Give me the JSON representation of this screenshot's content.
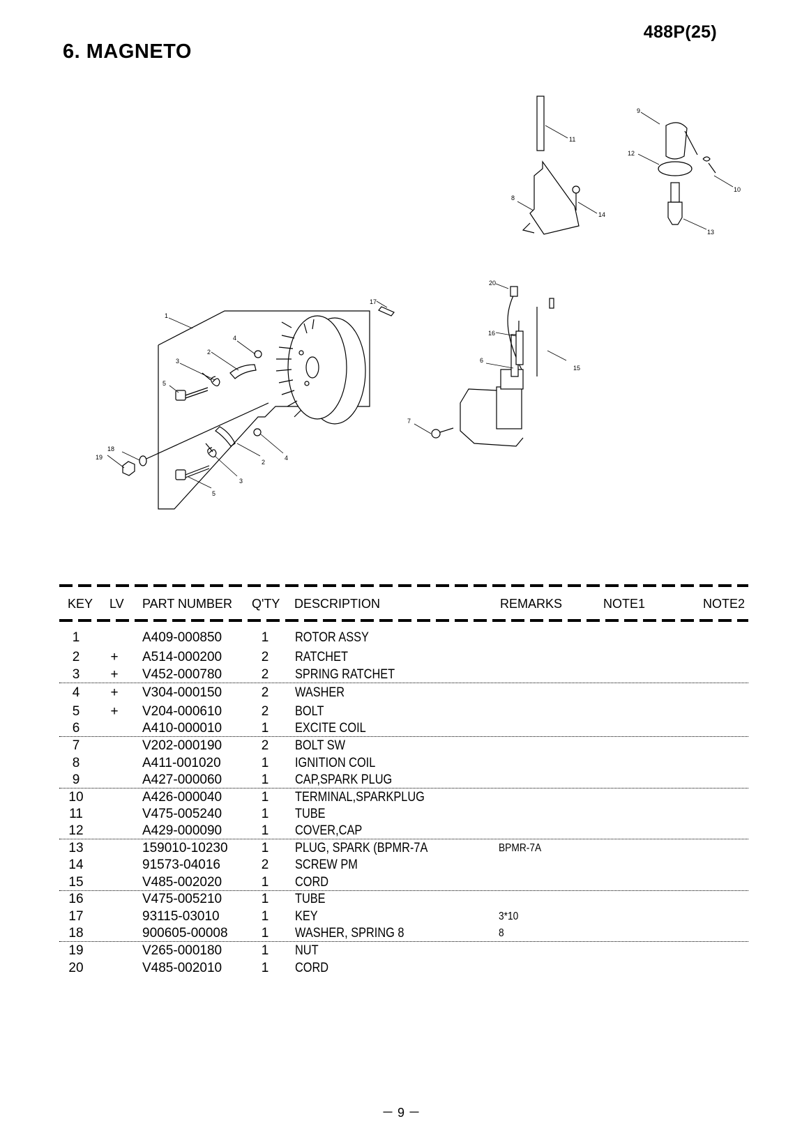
{
  "header": {
    "model": "488P(25)",
    "section_title": "6. MAGNETO"
  },
  "diagram": {
    "callouts": [
      "1",
      "2",
      "3",
      "4",
      "5",
      "2",
      "3",
      "4",
      "5",
      "6",
      "7",
      "8",
      "9",
      "10",
      "11",
      "12",
      "13",
      "14",
      "15",
      "16",
      "17",
      "18",
      "19",
      "20"
    ]
  },
  "table": {
    "columns": [
      "KEY",
      "LV",
      "PART NUMBER",
      "Q'TY",
      "DESCRIPTION",
      "REMARKS",
      "NOTE1",
      "NOTE2"
    ],
    "rows": [
      {
        "key": "1",
        "lv": "",
        "part": "A409-000850",
        "qty": "1",
        "desc": "ROTOR ASSY",
        "remarks": ""
      },
      {
        "key": "2",
        "lv": "+",
        "part": "A514-000200",
        "qty": "2",
        "desc": "RATCHET",
        "remarks": ""
      },
      {
        "key": "3",
        "lv": "+",
        "part": "V452-000780",
        "qty": "2",
        "desc": "SPRING RATCHET",
        "remarks": ""
      },
      {
        "key": "4",
        "lv": "+",
        "part": "V304-000150",
        "qty": "2",
        "desc": "WASHER",
        "remarks": ""
      },
      {
        "key": "5",
        "lv": "+",
        "part": "V204-000610",
        "qty": "2",
        "desc": "BOLT",
        "remarks": ""
      },
      {
        "key": "6",
        "lv": "",
        "part": "A410-000010",
        "qty": "1",
        "desc": "EXCITE COIL",
        "remarks": ""
      },
      {
        "key": "7",
        "lv": "",
        "part": "V202-000190",
        "qty": "2",
        "desc": "BOLT SW",
        "remarks": ""
      },
      {
        "key": "8",
        "lv": "",
        "part": "A411-001020",
        "qty": "1",
        "desc": "IGNITION COIL",
        "remarks": ""
      },
      {
        "key": "9",
        "lv": "",
        "part": "A427-000060",
        "qty": "1",
        "desc": "CAP,SPARK PLUG",
        "remarks": ""
      },
      {
        "key": "10",
        "lv": "",
        "part": "A426-000040",
        "qty": "1",
        "desc": "TERMINAL,SPARKPLUG",
        "remarks": ""
      },
      {
        "key": "11",
        "lv": "",
        "part": "V475-005240",
        "qty": "1",
        "desc": "TUBE",
        "remarks": ""
      },
      {
        "key": "12",
        "lv": "",
        "part": "A429-000090",
        "qty": "1",
        "desc": "COVER,CAP",
        "remarks": ""
      },
      {
        "key": "13",
        "lv": "",
        "part": "159010-10230",
        "qty": "1",
        "desc": "PLUG, SPARK (BPMR-7A",
        "remarks": "BPMR-7A"
      },
      {
        "key": "14",
        "lv": "",
        "part": "91573-04016",
        "qty": "2",
        "desc": "SCREW PM",
        "remarks": ""
      },
      {
        "key": "15",
        "lv": "",
        "part": "V485-002020",
        "qty": "1",
        "desc": "CORD",
        "remarks": ""
      },
      {
        "key": "16",
        "lv": "",
        "part": "V475-005210",
        "qty": "1",
        "desc": "TUBE",
        "remarks": ""
      },
      {
        "key": "17",
        "lv": "",
        "part": "93115-03010",
        "qty": "1",
        "desc": "KEY",
        "remarks": "3*10"
      },
      {
        "key": "18",
        "lv": "",
        "part": "900605-00008",
        "qty": "1",
        "desc": "WASHER, SPRING  8",
        "remarks": "8"
      },
      {
        "key": "19",
        "lv": "",
        "part": "V265-000180",
        "qty": "1",
        "desc": "NUT",
        "remarks": ""
      },
      {
        "key": "20",
        "lv": "",
        "part": "V485-002010",
        "qty": "1",
        "desc": "CORD",
        "remarks": ""
      }
    ]
  },
  "footer": {
    "page_number": "－ 9 －"
  }
}
